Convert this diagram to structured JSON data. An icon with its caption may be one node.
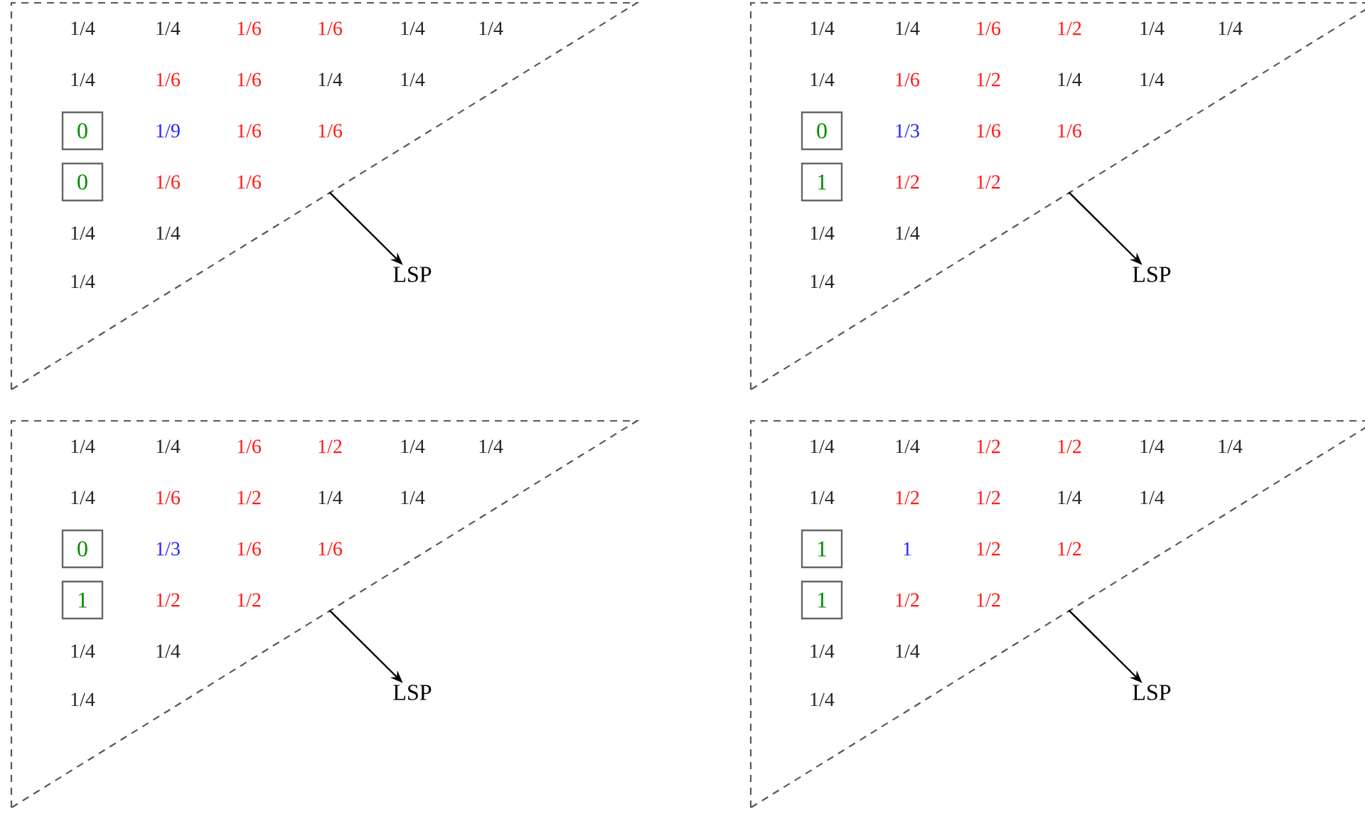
{
  "diagram": {
    "nodes": [
      {
        "text": [],
        "shape": "triangle"
      },
      {
        "text": [
          "0"
        ],
        "in": 0
      },
      {
        "text": [
          "0"
        ],
        "in": 0
      },
      {
        "text": [
          "LSP"
        ]
      },
      {
        "text": [],
        "shape": "triangle"
      },
      {
        "text": [
          "0"
        ],
        "in": 4
      },
      {
        "text": [
          "1"
        ],
        "in": 4
      },
      {
        "text": [
          "LSP"
        ]
      },
      {
        "text": [],
        "shape": "triangle"
      },
      {
        "text": [
          "0"
        ],
        "in": 8
      },
      {
        "text": [
          "1"
        ],
        "in": 8
      },
      {
        "text": [
          "LSP"
        ]
      },
      {
        "text": [],
        "shape": "triangle"
      },
      {
        "text": [
          "1"
        ],
        "in": 12
      },
      {
        "text": [
          "1"
        ],
        "in": 12
      },
      {
        "text": [
          "LSP"
        ]
      }
    ],
    "edges": [
      {
        "from": 0,
        "to": 3,
        "arrow": "to"
      },
      {
        "from": 4,
        "to": 7,
        "arrow": "to"
      },
      {
        "from": 8,
        "to": 11,
        "arrow": "to"
      },
      {
        "from": 12,
        "to": 15,
        "arrow": "to"
      }
    ],
    "labels": [
      "1/4",
      "1/4",
      "1/6",
      "1/6",
      "1/4",
      "1/4",
      "1/4",
      "1/6",
      "1/6",
      "1/4",
      "1/4",
      "1/9",
      "1/6",
      "1/6",
      "1/6",
      "1/6",
      "1/4",
      "1/4",
      "1/4",
      "1/4",
      "1/4",
      "1/6",
      "1/2",
      "1/4",
      "1/4",
      "1/4",
      "1/6",
      "1/2",
      "1/4",
      "1/4",
      "1/3",
      "1/6",
      "1/6",
      "1/2",
      "1/2",
      "1/4",
      "1/4",
      "1/4",
      "1/4",
      "1/4",
      "1/6",
      "1/2",
      "1/4",
      "1/4",
      "1/4",
      "1/6",
      "1/2",
      "1/4",
      "1/4",
      "1/3",
      "1/6",
      "1/6",
      "1/2",
      "1/2",
      "1/4",
      "1/4",
      "1/4",
      "1/4",
      "1/4",
      "1/2",
      "1/2",
      "1/4",
      "1/4",
      "1/4",
      "1/2",
      "1/2",
      "1/4",
      "1/4",
      "1",
      "1/2",
      "1/2",
      "1/2",
      "1/2",
      "1/4",
      "1/4",
      "1/4"
    ]
  }
}
